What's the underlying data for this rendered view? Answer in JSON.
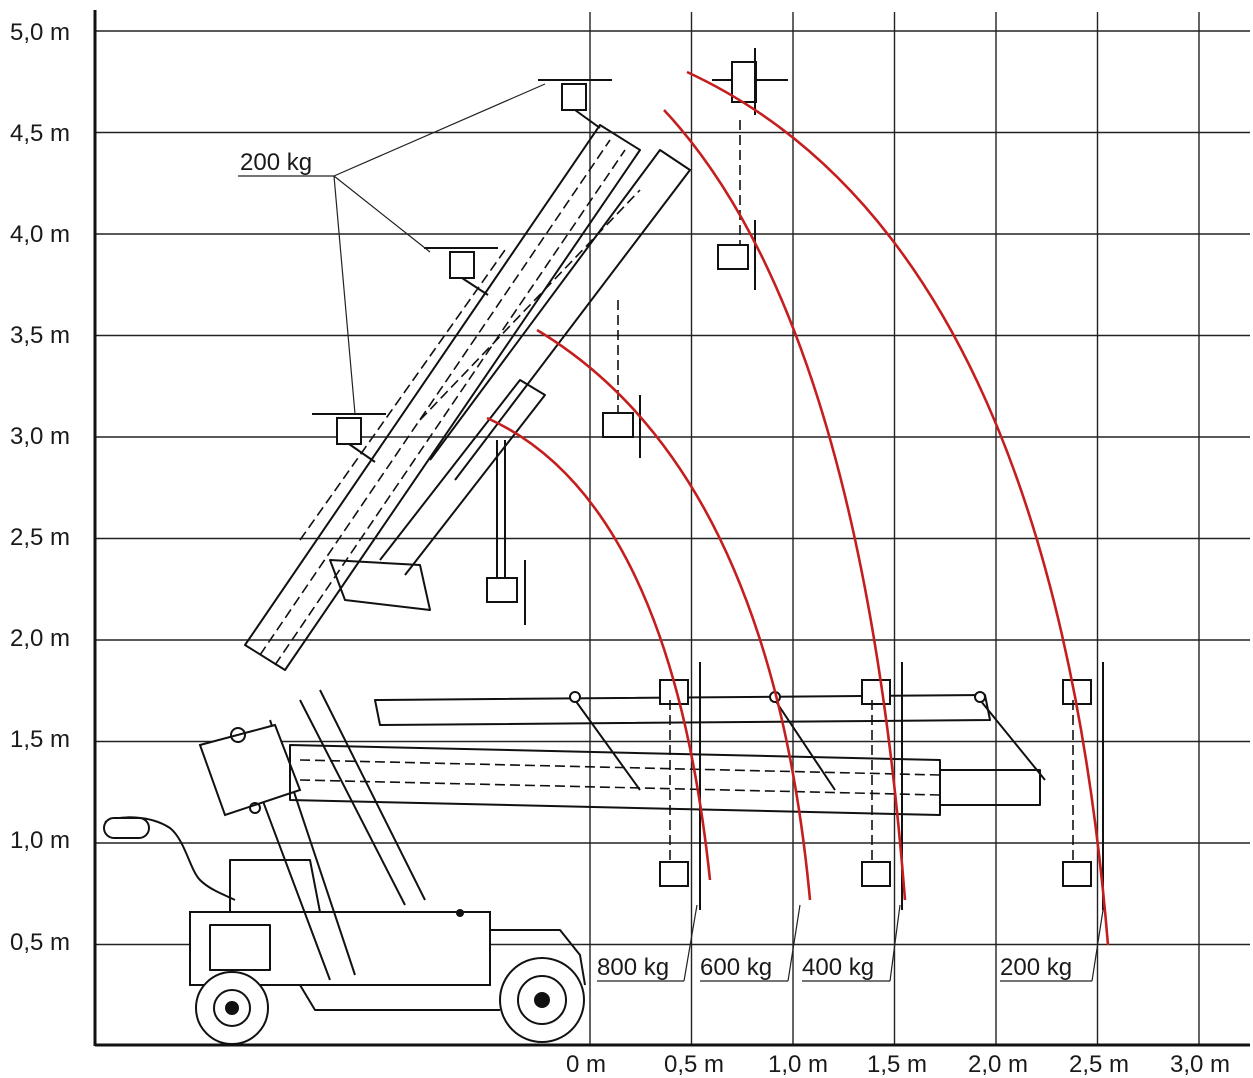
{
  "y_labels": [
    "5,0 m",
    "4,5 m",
    "4,0 m",
    "3,5 m",
    "3,0 m",
    "2,5 m",
    "2,0 m",
    "1,5 m",
    "1,0 m",
    "0,5 m"
  ],
  "x_labels": [
    "0 m",
    "0,5 m",
    "1,0 m",
    "1,5 m",
    "2,0 m",
    "2,5 m",
    "3,0 m"
  ],
  "loads": {
    "top": "200 kg",
    "bottom": [
      "800 kg",
      "600 kg",
      "400 kg",
      "200 kg"
    ]
  },
  "colors": {
    "curve": "#c41e1e",
    "grid": "#222222",
    "machine": "#111111"
  },
  "icons": [
    "crane-vehicle-icon",
    "vacuum-lifter-icon",
    "wheel-icon"
  ]
}
